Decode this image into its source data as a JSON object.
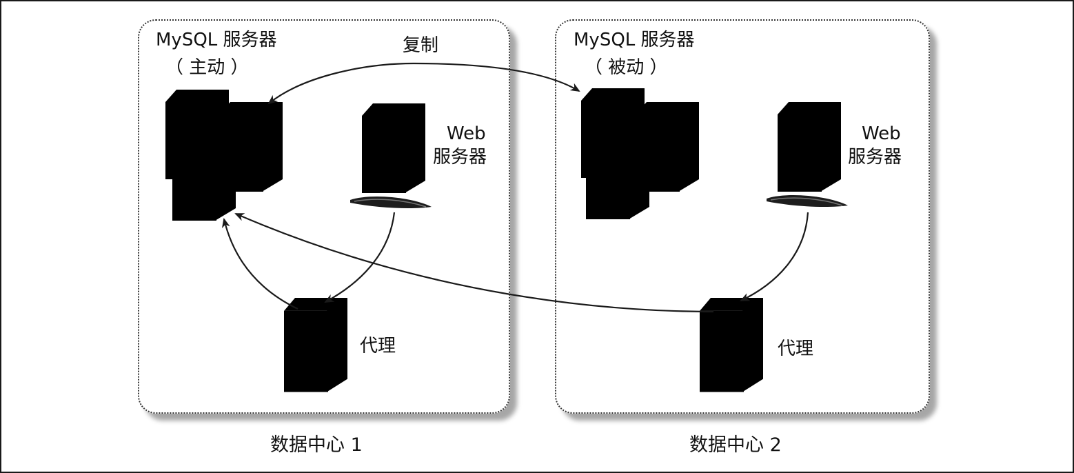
{
  "figure": {
    "left_center": {
      "mysql_label": "MySQL 服务器",
      "mysql_role": "（ 主动 ）",
      "web_label_line1": "Web",
      "web_label_line2": "服务器",
      "proxy_label": "代理",
      "caption": "数据中心 1"
    },
    "right_center": {
      "mysql_label": "MySQL 服务器",
      "mysql_role": "（ 被动 ）",
      "web_label_line1": "Web",
      "web_label_line2": "服务器",
      "proxy_label": "代理",
      "caption": "数据中心 2"
    },
    "replication_label": "复制"
  },
  "icons": {
    "server": "server-tower-icon"
  },
  "colors": {
    "border": "#333333",
    "arrow": "#1a1a1a",
    "server_active": "#c8c8c8",
    "server_passive": "#e6e6e6"
  }
}
